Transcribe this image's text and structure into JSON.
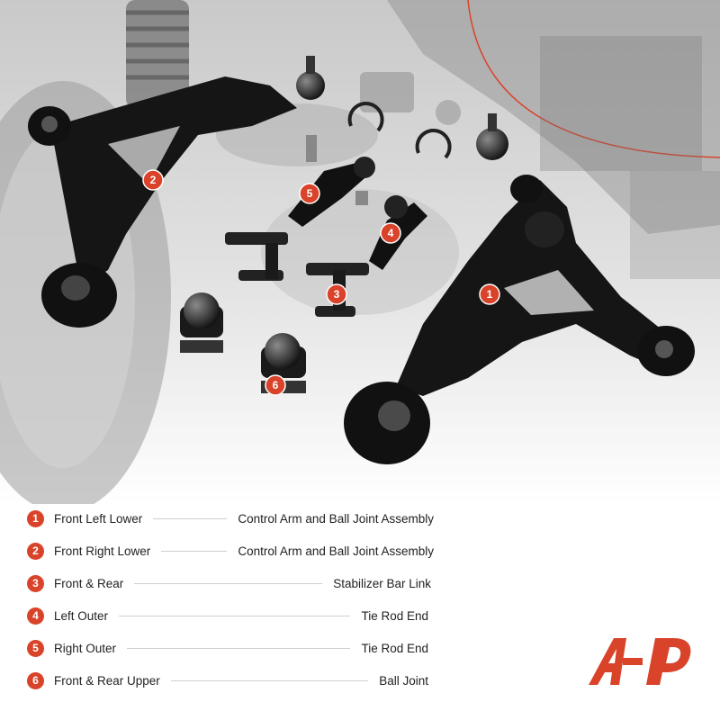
{
  "parts": [
    {
      "num": "1",
      "position": "Front Left Lower",
      "description": "Control Arm and Ball Joint Assembly"
    },
    {
      "num": "2",
      "position": "Front Right Lower",
      "description": "Control Arm and Ball Joint Assembly"
    },
    {
      "num": "3",
      "position": "Front & Rear",
      "description": "Stabilizer Bar Link"
    },
    {
      "num": "4",
      "position": "Left Outer",
      "description": "Tie Rod End"
    },
    {
      "num": "5",
      "position": "Right Outer",
      "description": "Tie Rod End"
    },
    {
      "num": "6",
      "position": "Front & Rear Upper",
      "description": "Ball Joint"
    }
  ],
  "photo_labels": [
    "1",
    "2",
    "3",
    "4",
    "5",
    "6"
  ],
  "colors": {
    "accent": "#d9432a",
    "text": "#222222",
    "divider": "#cfcfcf"
  },
  "logo": {
    "icon": "brand-logo-icon",
    "text": "AP"
  }
}
